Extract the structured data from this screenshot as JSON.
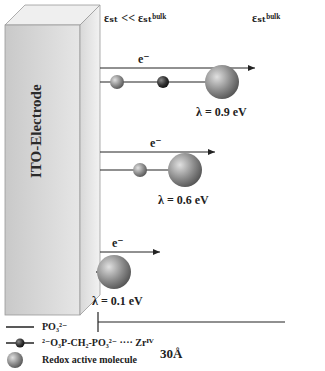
{
  "diagram": {
    "labels": [
      "ITO-Electrode",
      "εₛₜ << εₛₜᵇᵘˡᵏ",
      "εₛₜᵇᵘˡᵏ",
      "e⁻",
      "e⁻",
      "e⁻",
      "λ = 0.9 eV",
      "λ = 0.6 eV",
      "λ = 0.1 eV",
      "30Å"
    ],
    "legend": [
      {
        "text": "PO₃²⁻"
      },
      {
        "text": "²⁻O₃P-CH₂-PO₃²⁻ ···· Zrᴵⱽ"
      },
      {
        "text": "Redox active molecule"
      }
    ]
  }
}
